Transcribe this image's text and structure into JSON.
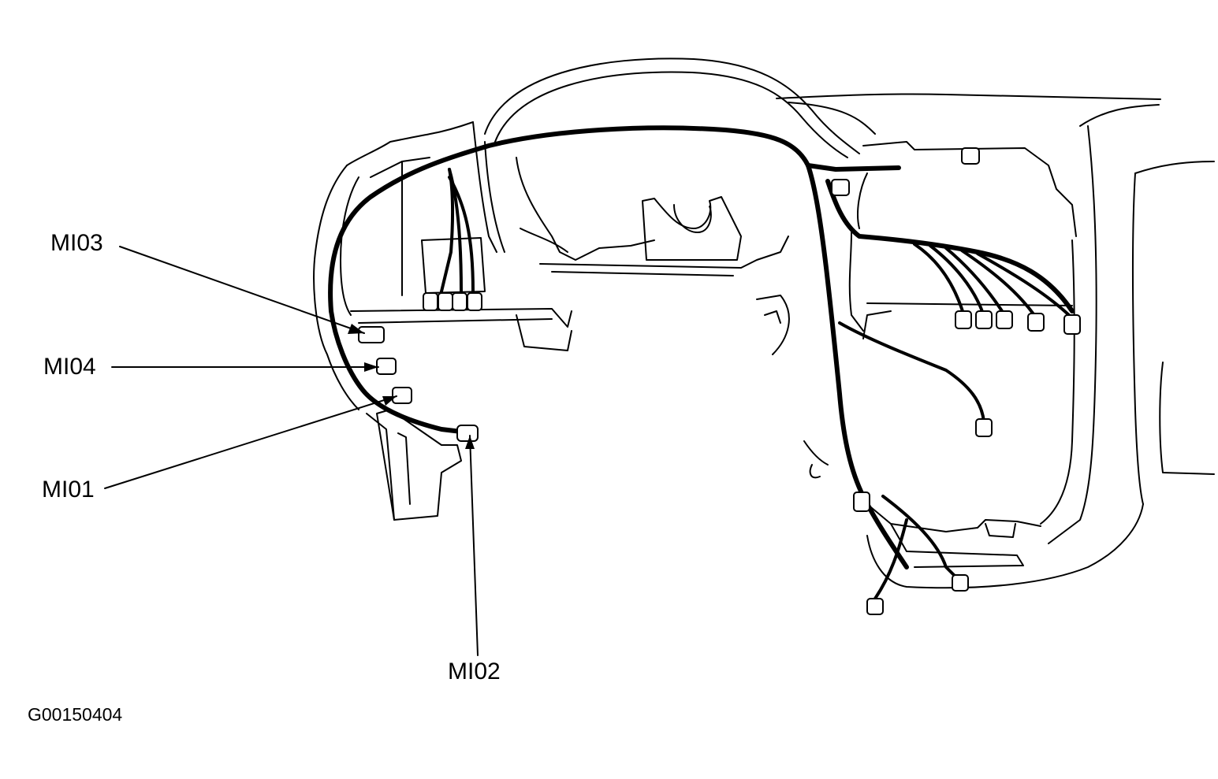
{
  "callouts": {
    "mi03": "MI03",
    "mi04": "MI04",
    "mi01": "MI01",
    "mi02": "MI02"
  },
  "figure_code": "G00150404",
  "colors": {
    "line": "#000000",
    "background": "#ffffff"
  }
}
